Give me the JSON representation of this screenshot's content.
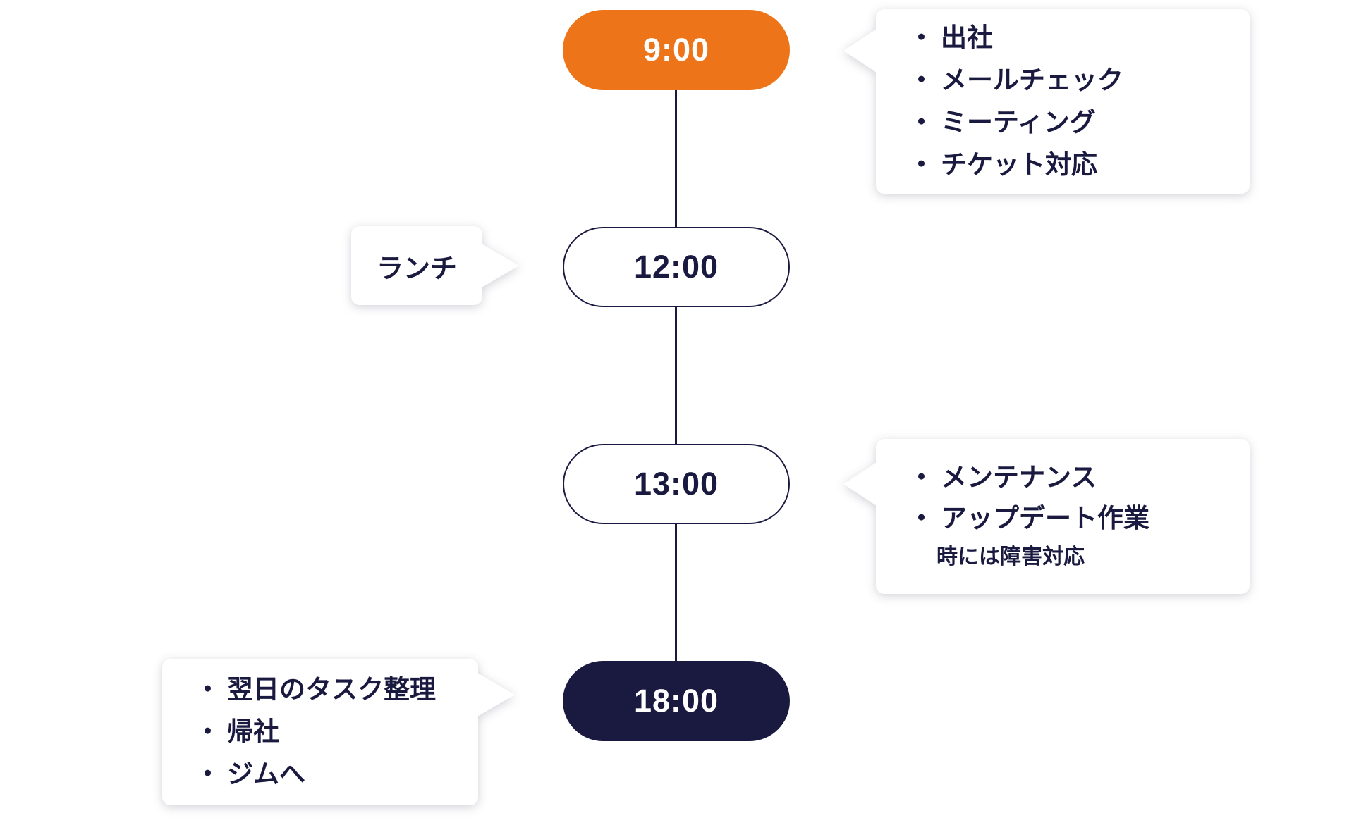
{
  "colors": {
    "orange": "#ED7418",
    "navy": "#1A1A40",
    "bubble_bg": "#FFFFFF",
    "page_bg": "#FFFFFF"
  },
  "timeline": {
    "bullet": "・",
    "entries": [
      {
        "time": "9:00",
        "pill_style": "orange-filled",
        "bubble_side": "right",
        "items": [
          "出社",
          "メールチェック",
          "ミーティング",
          "チケット対応"
        ]
      },
      {
        "time": "12:00",
        "pill_style": "outline",
        "bubble_side": "left",
        "label": "ランチ"
      },
      {
        "time": "13:00",
        "pill_style": "outline",
        "bubble_side": "right",
        "items": [
          "メンテナンス",
          "アップデート作業"
        ],
        "note": "時には障害対応"
      },
      {
        "time": "18:00",
        "pill_style": "navy-filled",
        "bubble_side": "left",
        "items": [
          "翌日のタスク整理",
          "帰社",
          "ジムへ"
        ]
      }
    ]
  }
}
